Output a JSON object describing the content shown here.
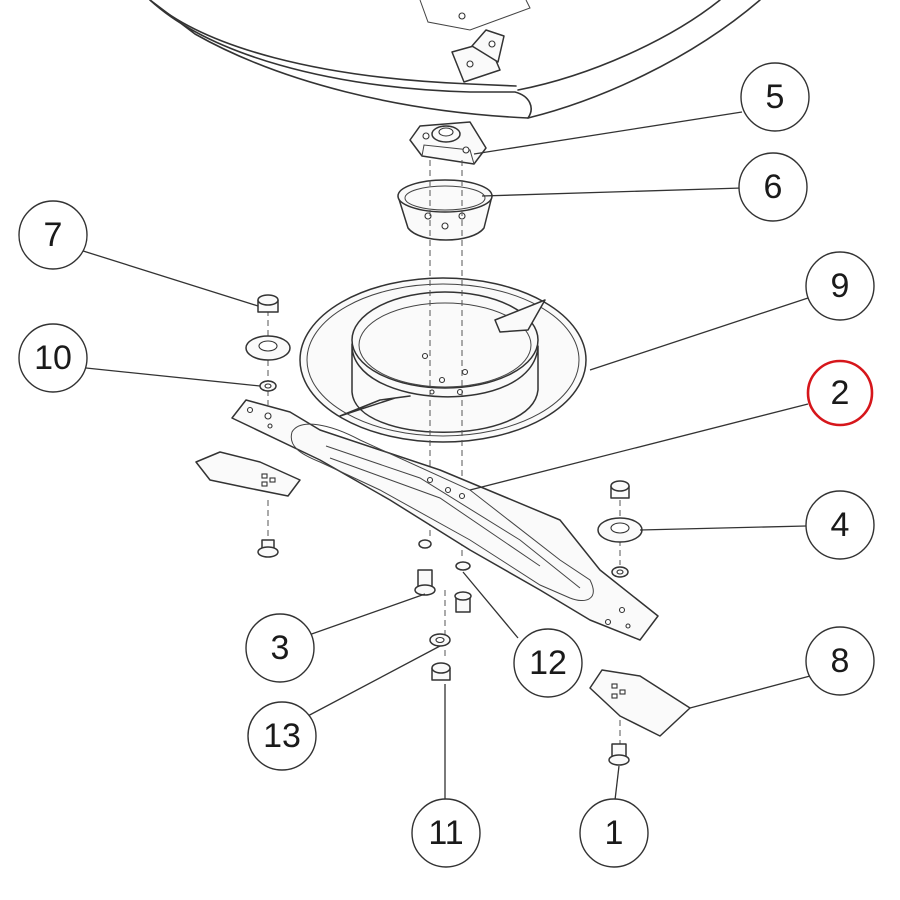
{
  "callouts": [
    {
      "id": "1",
      "label": "1"
    },
    {
      "id": "2",
      "label": "2",
      "highlighted": true
    },
    {
      "id": "3",
      "label": "3"
    },
    {
      "id": "4",
      "label": "4"
    },
    {
      "id": "5",
      "label": "5"
    },
    {
      "id": "6",
      "label": "6"
    },
    {
      "id": "7",
      "label": "7"
    },
    {
      "id": "8",
      "label": "8"
    },
    {
      "id": "9",
      "label": "9"
    },
    {
      "id": "10",
      "label": "10"
    },
    {
      "id": "11",
      "label": "11"
    },
    {
      "id": "12",
      "label": "12"
    },
    {
      "id": "13",
      "label": "13"
    }
  ],
  "colors": {
    "line": "#333333",
    "highlight": "#d6161b",
    "background": "#ffffff"
  }
}
